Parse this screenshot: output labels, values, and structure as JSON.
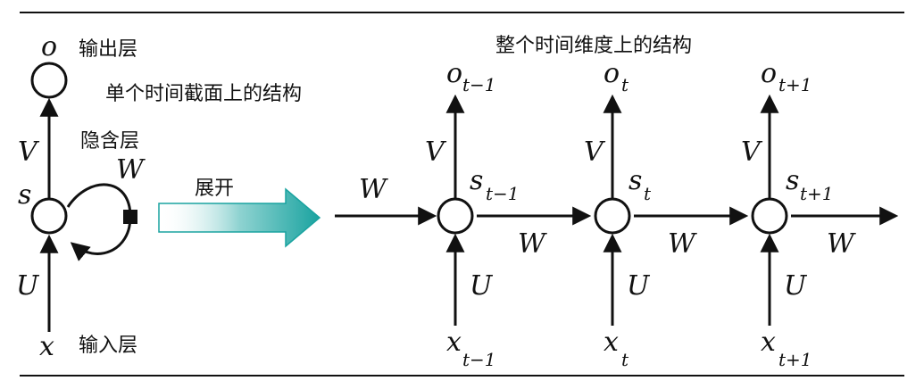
{
  "labels": {
    "output_layer": "输出层",
    "single_time_structure": "单个时间截面上的结构",
    "hidden_layer": "隐含层",
    "unfold": "展开",
    "input_layer": "输入层",
    "whole_time_structure": "整个时间维度上的结构"
  },
  "symbols": {
    "o": "o",
    "s": "s",
    "x": "x",
    "V": "V",
    "W": "W",
    "U": "U"
  },
  "subscripts": {
    "t_minus_1": "t−1",
    "t": "t",
    "t_plus_1": "t+1"
  },
  "colors": {
    "ink": "#111111",
    "arrow_teal": "#1aa3a0"
  }
}
